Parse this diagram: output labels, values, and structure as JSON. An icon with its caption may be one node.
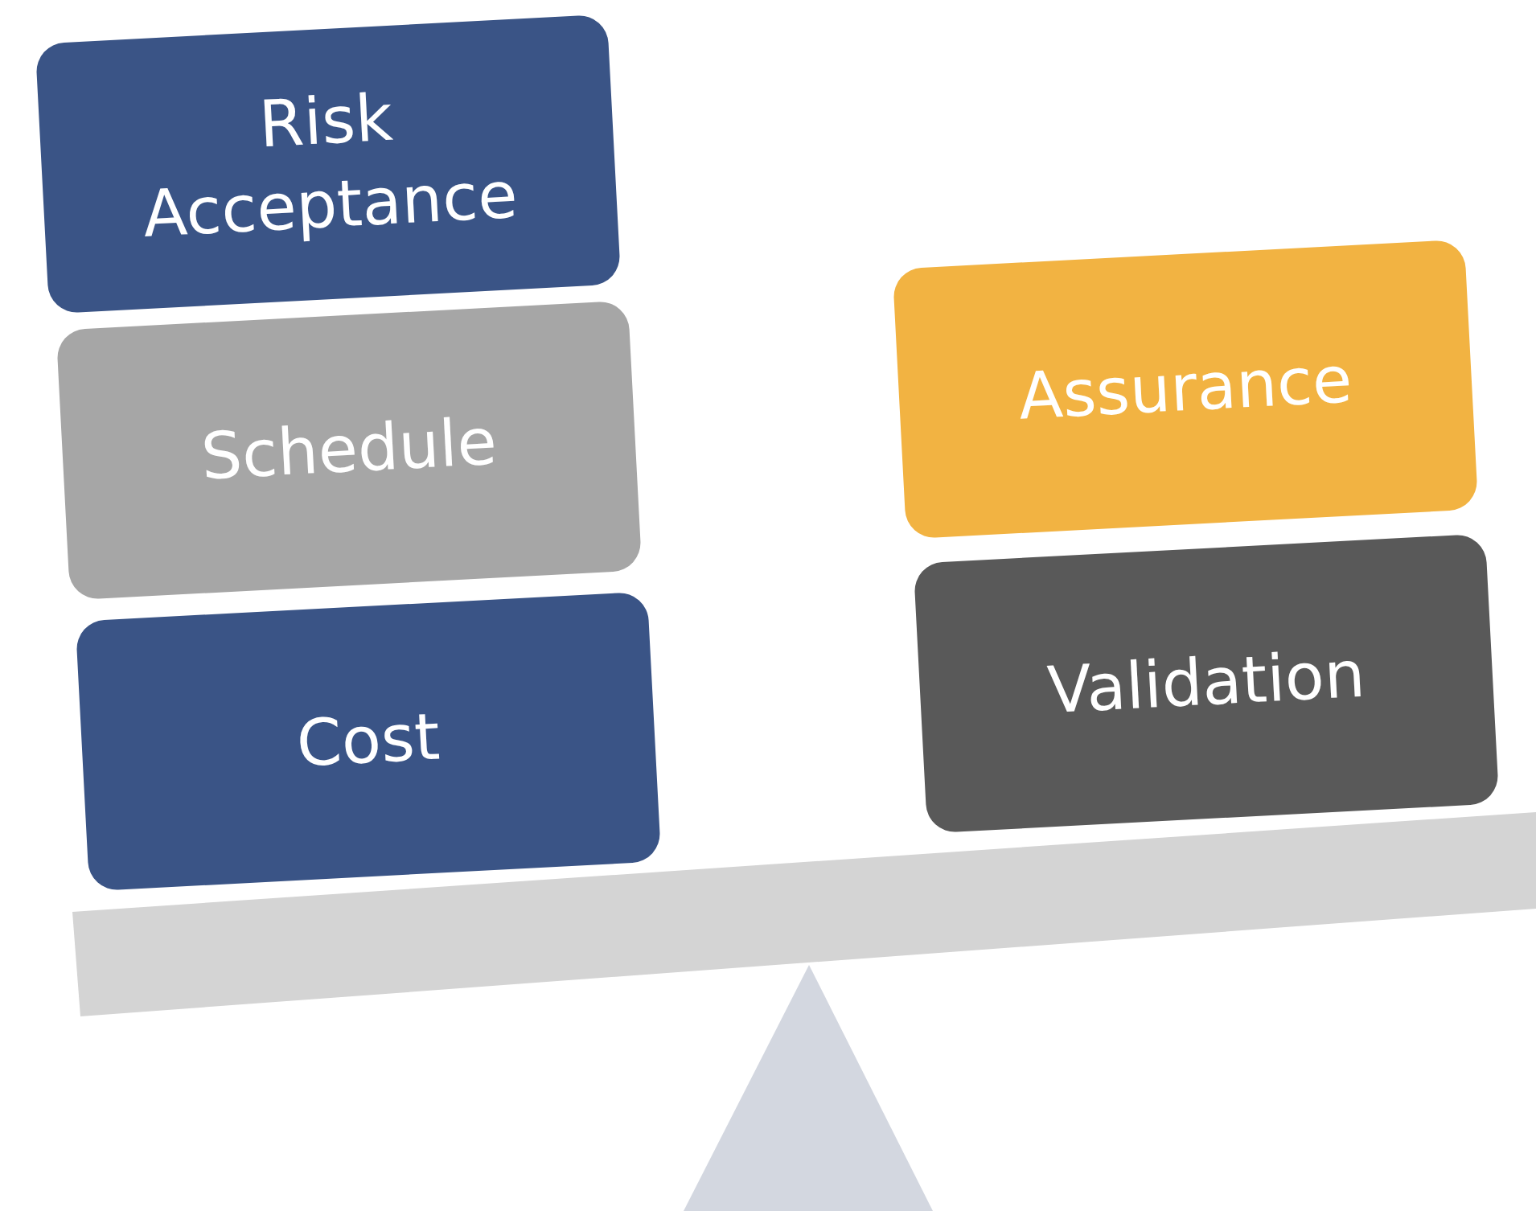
{
  "diagram": {
    "nodes": [
      {
        "text": [
          "Risk Acceptance"
        ]
      },
      {
        "text": [
          "Schedule"
        ]
      },
      {
        "text": [
          "Cost"
        ]
      },
      {
        "text": [
          "Assurance"
        ]
      },
      {
        "text": [
          "Validation"
        ]
      }
    ],
    "edges": []
  }
}
